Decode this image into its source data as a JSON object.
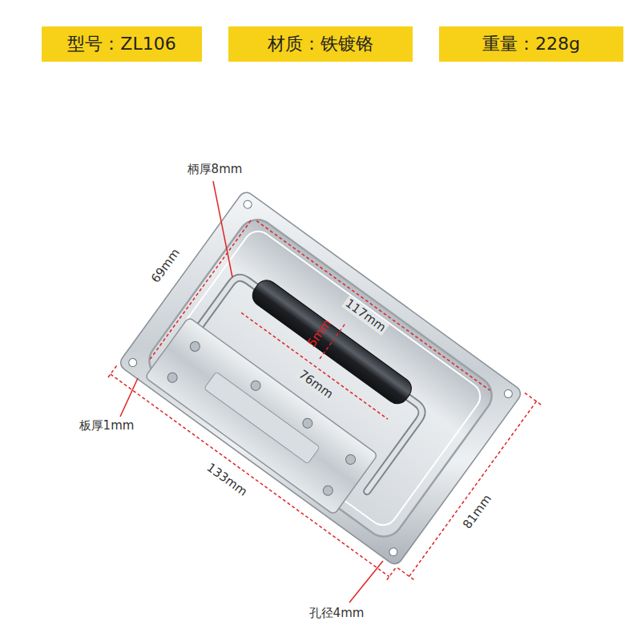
{
  "diagram": {
    "nodes": [
      {
        "text": [
          "型号：ZL106"
        ]
      },
      {
        "text": [
          "材质：铁镀铬"
        ]
      },
      {
        "text": [
          "重量：228g"
        ]
      }
    ],
    "labels": [
      "柄厚8mm",
      "69mm",
      "117mm",
      "5mm",
      "76mm",
      "板厚1mm",
      "133mm",
      "81mm",
      "孔径4mm"
    ]
  }
}
